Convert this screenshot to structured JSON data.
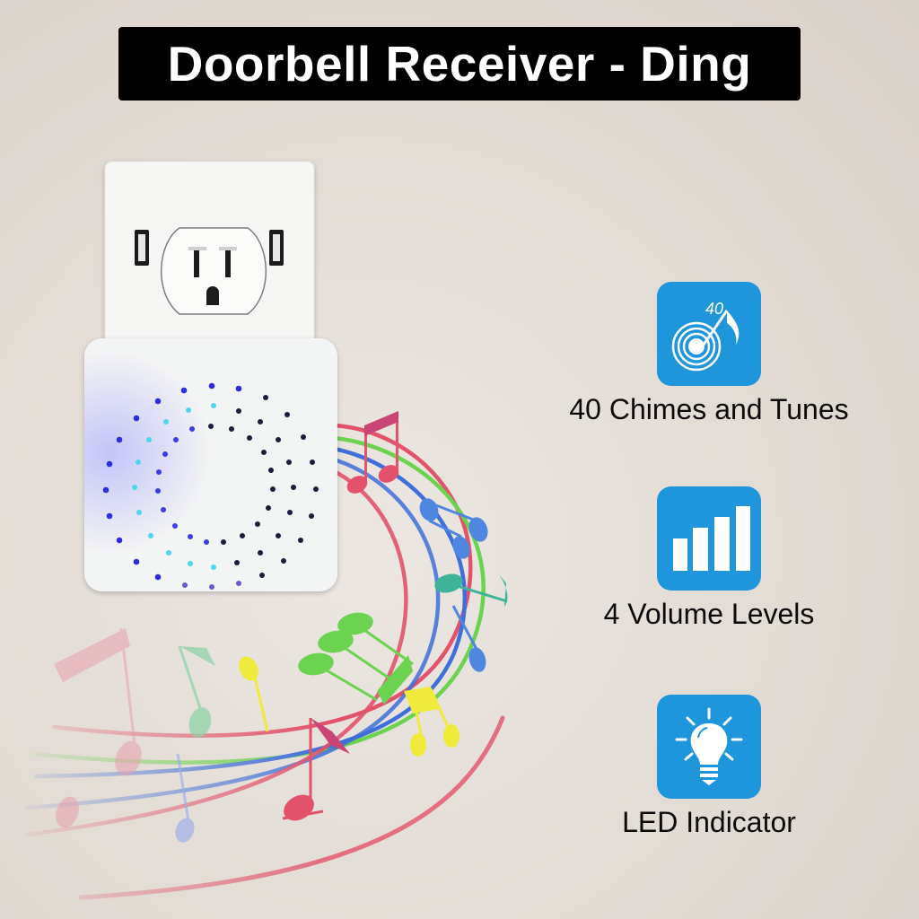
{
  "header": {
    "title": "Doorbell Receiver - Ding"
  },
  "colors": {
    "background": "#e4ddd6",
    "title_bg": "#000000",
    "title_text": "#ffffff",
    "icon_bg": "#1f95dc",
    "icon_fg": "#ffffff",
    "led_blue": "#2a2de0",
    "led_cyan": "#4fd6ee",
    "staff_red": "#e2526a",
    "staff_green": "#6bd34f",
    "staff_blue": "#3f6fd8",
    "note_yellow": "#f0ea3c",
    "note_teal": "#3fb39a"
  },
  "product": {
    "outlet": "wall-outlet-with-usb-ports",
    "device": "doorbell-receiver-speaker"
  },
  "features": [
    {
      "icon": "music-note-40-icon",
      "icon_text": "40",
      "label": "40 Chimes and Tunes"
    },
    {
      "icon": "volume-bars-icon",
      "label": "4 Volume Levels"
    },
    {
      "icon": "light-bulb-icon",
      "label": "LED Indicator"
    }
  ]
}
